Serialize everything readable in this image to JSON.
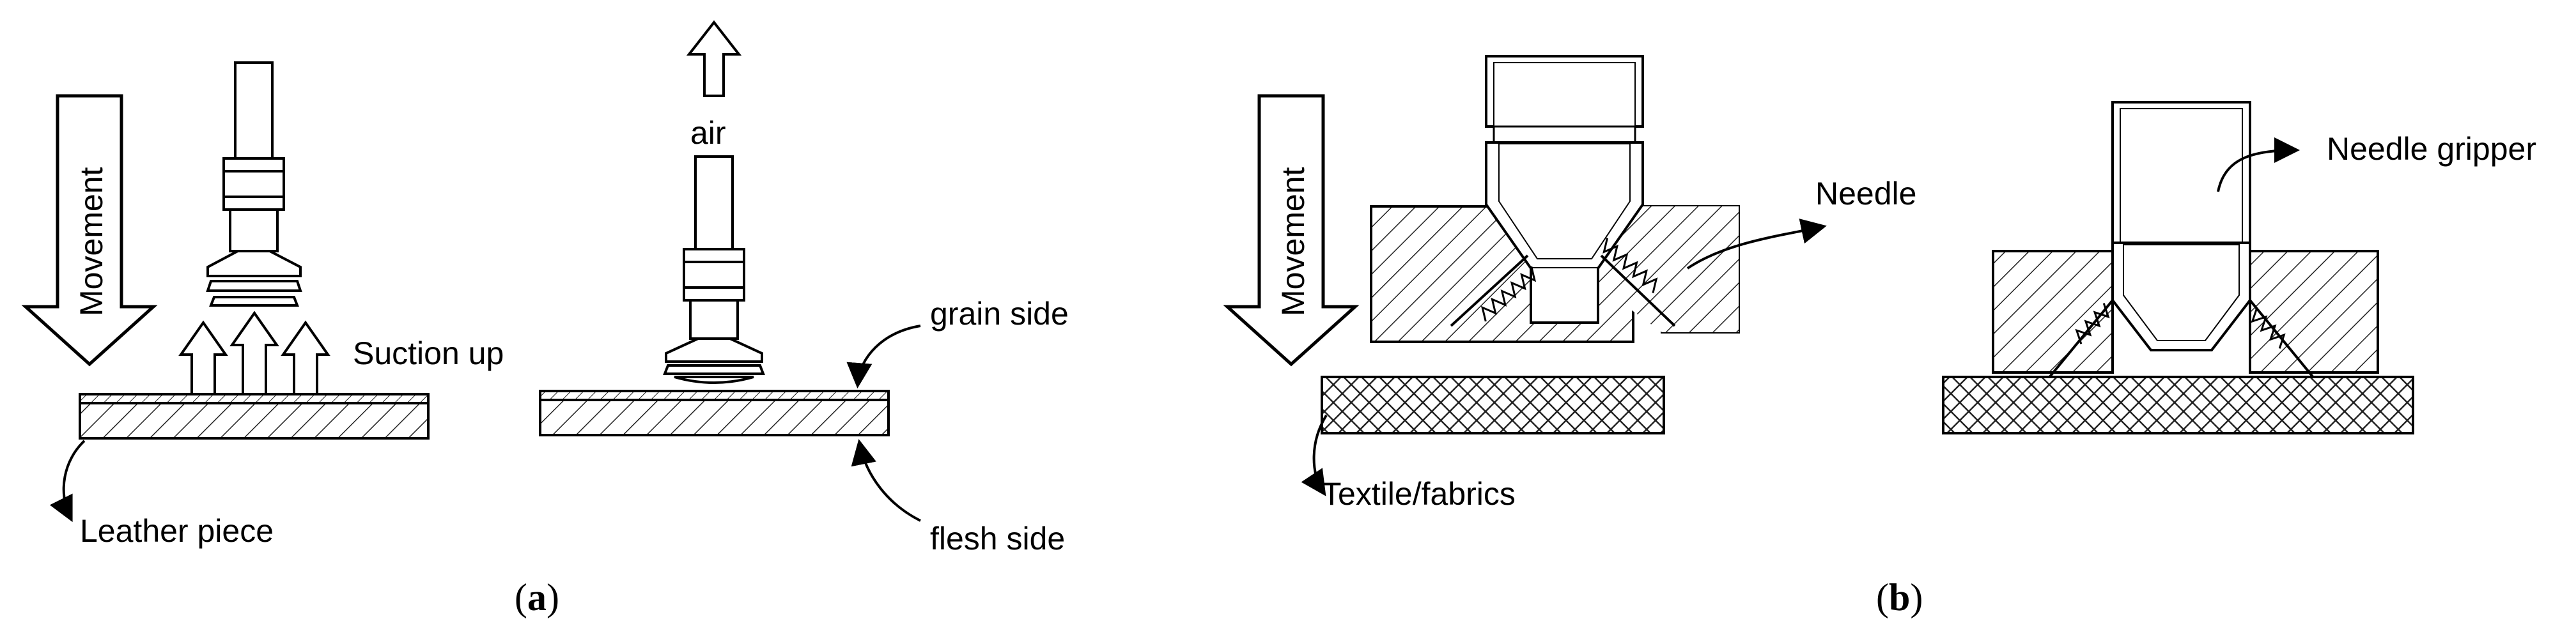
{
  "panel_a": {
    "caption": "a",
    "movement_label": "Movement",
    "suction_label": "Suction up",
    "air_label": "air",
    "grain_label": "grain side",
    "flesh_label": "flesh side",
    "leather_label": "Leather piece"
  },
  "panel_b": {
    "caption": "b",
    "movement_label": "Movement",
    "needle_label": "Needle",
    "gripper_label": "Needle gripper",
    "textile_label": "Textile/fabrics"
  }
}
